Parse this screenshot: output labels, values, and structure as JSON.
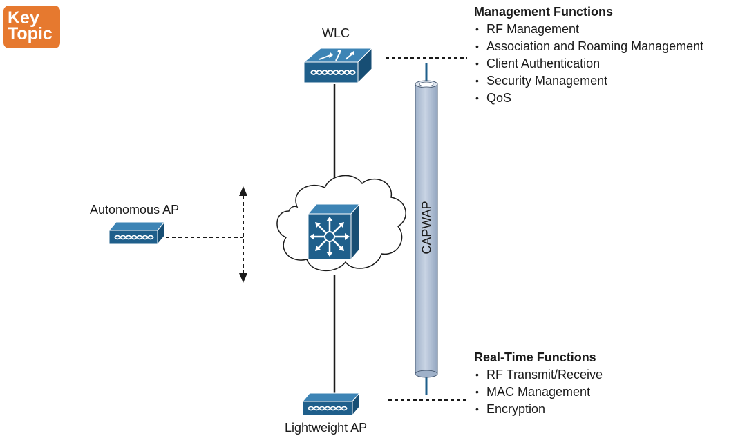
{
  "badge": {
    "line1": "Key",
    "line2": "Topic"
  },
  "devices": {
    "wlc_label": "WLC",
    "autonomous_ap_label": "Autonomous AP",
    "lightweight_ap_label": "Lightweight AP"
  },
  "tunnel": {
    "label": "CAPWAP"
  },
  "management_functions": {
    "title": "Management Functions",
    "items": [
      "RF Management",
      "Association and Roaming Management",
      "Client Authentication",
      "Security Management",
      "QoS"
    ]
  },
  "realtime_functions": {
    "title": "Real-Time Functions",
    "items": [
      "RF Transmit/Receive",
      "MAC Management",
      "Encryption"
    ]
  },
  "colors": {
    "device_blue": "#1f5f8b",
    "device_top": "#3d84b5",
    "tunnel_fill": "#b9c6d9",
    "badge_orange": "#e6792f"
  }
}
